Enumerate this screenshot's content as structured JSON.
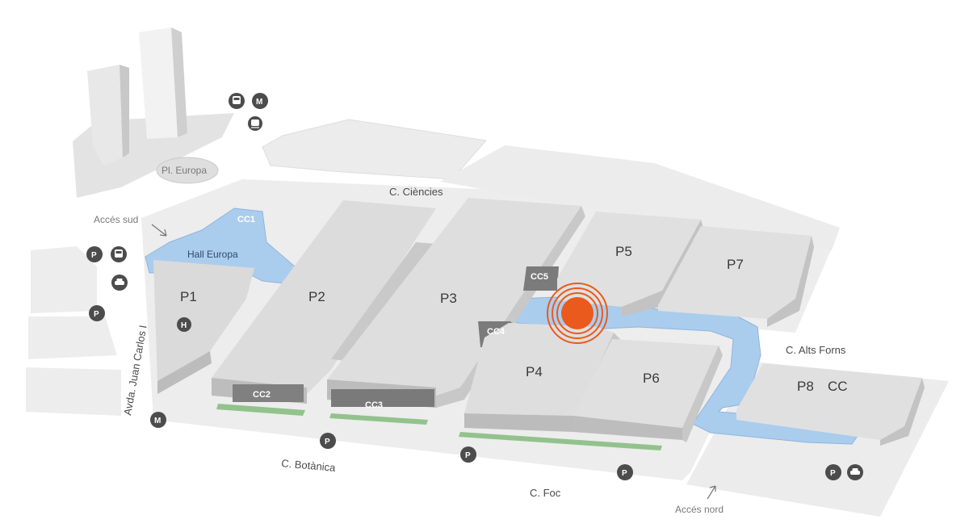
{
  "halls": {
    "p1": "P1",
    "p2": "P2",
    "p3": "P3",
    "p4": "P4",
    "p5": "P5",
    "p6": "P6",
    "p7": "P7",
    "p8": "P8",
    "p8cc": "CC"
  },
  "congress_centers": {
    "cc1": "CC1",
    "cc2": "CC2",
    "cc3": "CC3",
    "cc4": "CC4",
    "cc5": "CC5"
  },
  "labels": {
    "pl_europa": "Pl. Europa",
    "c_ciencies": "C. Ciències",
    "acces_sud": "Accés sud",
    "hall_europa": "Hall Europa",
    "avda": "Avda. Juan Carlos I",
    "c_botanica": "C. Botànica",
    "c_foc": "C. Foc",
    "acces_nord": "Accés nord",
    "c_alts_forns": "C. Alts Forns"
  },
  "icon_letters": {
    "parking": "P",
    "metro": "M",
    "hospital": "H"
  },
  "icons": {
    "bus": "bus-icon",
    "taxi": "taxi-icon",
    "car": "car-icon",
    "train": "train-icon",
    "location_marker": "location-marker-icon"
  },
  "colors": {
    "building": "#dcdcdc",
    "building_side": "#b9b9b9",
    "ground": "#ececec",
    "walkway": "#a9cdee",
    "cc_box": "#7d7d7d",
    "green_strip": "#8fbf8a",
    "marker": "#ea5a1c",
    "icon_dark": "#4c4c4c"
  }
}
